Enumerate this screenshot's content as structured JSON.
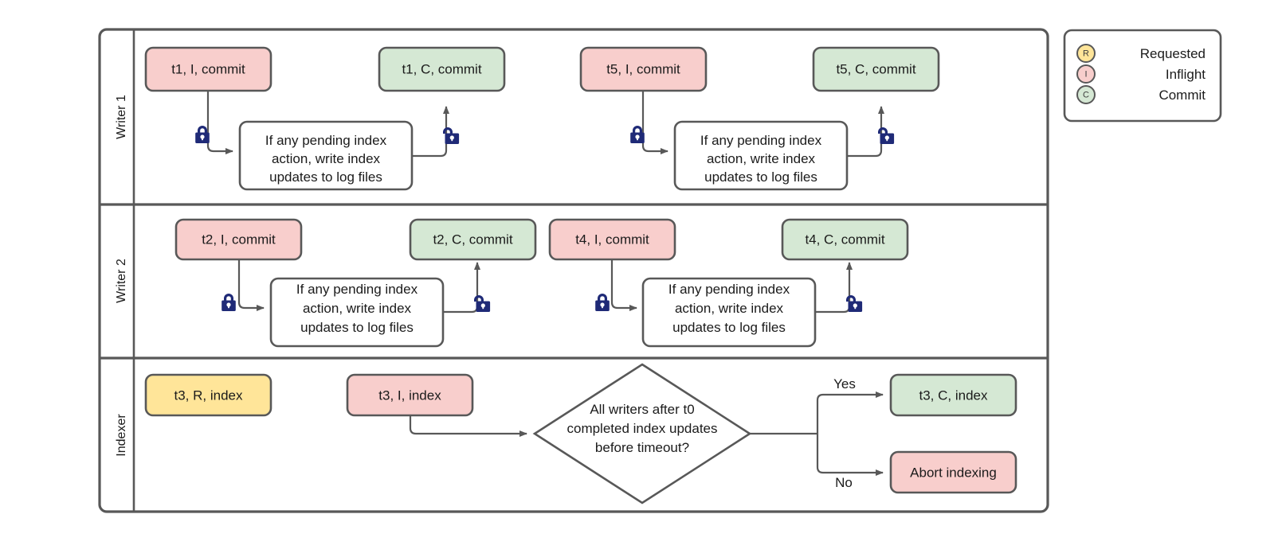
{
  "diagram": {
    "title": "Writer / Indexer swimlane flow",
    "stroke_color": "#585858",
    "colors": {
      "inflight_fill": "#f8cecc",
      "commit_fill": "#d5e8d4",
      "requested_fill": "#ffe599",
      "process_fill": "#ffffff",
      "lock_color": "#1f2a77",
      "line": "#585858",
      "text": "#1b1b1b"
    },
    "lanes": [
      {
        "id": "writer1",
        "label": "Writer 1"
      },
      {
        "id": "writer2",
        "label": "Writer 2"
      },
      {
        "id": "indexer",
        "label": "Indexer"
      }
    ],
    "process_text": {
      "line1": "If any pending index",
      "line2": "action, write index",
      "line3": "updates to log files"
    },
    "decision_text": {
      "line1": "All writers after t0",
      "line2": "completed index updates",
      "line3": "before timeout?"
    },
    "nodes": {
      "w1_t1_inflight": "t1, I, commit",
      "w1_t1_commit": "t1, C, commit",
      "w1_t5_inflight": "t5, I, commit",
      "w1_t5_commit": "t5, C, commit",
      "w2_t2_inflight": "t2, I, commit",
      "w2_t2_commit": "t2, C, commit",
      "w2_t4_inflight": "t4, I, commit",
      "w2_t4_commit": "t4, C, commit",
      "idx_t3_requested": "t3, R, index",
      "idx_t3_inflight": "t3, I, index",
      "idx_t3_commit": "t3, C, index",
      "idx_abort": "Abort indexing"
    },
    "edge_labels": {
      "yes": "Yes",
      "no": "No"
    },
    "icons": {
      "lock_closed": "lock-closed-icon",
      "lock_open": "lock-open-icon"
    },
    "legend": {
      "items": [
        {
          "letter": "R",
          "label": "Requested",
          "fill": "#ffe599"
        },
        {
          "letter": "I",
          "label": "Inflight",
          "fill": "#f8cecc"
        },
        {
          "letter": "C",
          "label": "Commit",
          "fill": "#d5e8d4"
        }
      ]
    }
  }
}
